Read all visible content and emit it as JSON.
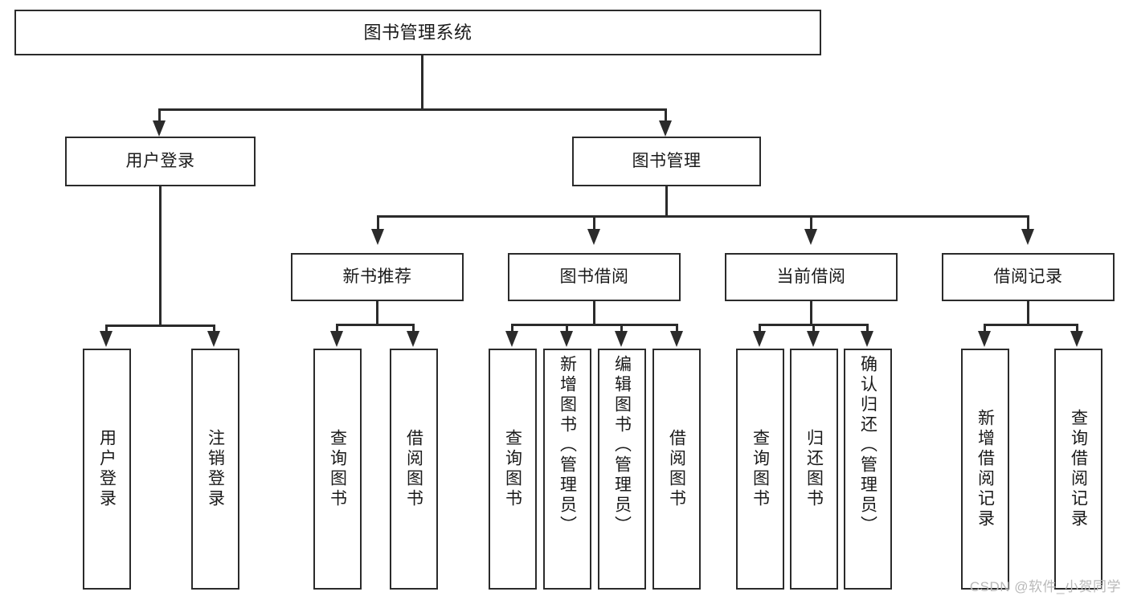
{
  "diagram": {
    "type": "tree-hierarchy",
    "title": "图书管理系统",
    "root": {
      "id": "root",
      "label": "图书管理系统"
    },
    "level2": [
      {
        "id": "user-login",
        "label": "用户登录"
      },
      {
        "id": "book-manage",
        "label": "图书管理"
      }
    ],
    "level3": [
      {
        "id": "new-book-recommend",
        "label": "新书推荐"
      },
      {
        "id": "book-borrow",
        "label": "图书借阅"
      },
      {
        "id": "current-borrow",
        "label": "当前借阅"
      },
      {
        "id": "borrow-record",
        "label": "借阅记录"
      }
    ],
    "leaves": {
      "user_login": [
        {
          "id": "leaf-user-login",
          "label": "用户登录"
        },
        {
          "id": "leaf-logout",
          "label": "注销登录"
        }
      ],
      "new_book_recommend": [
        {
          "id": "leaf-query-book-1",
          "label": "查询图书"
        },
        {
          "id": "leaf-borrow-book-1",
          "label": "借阅图书"
        }
      ],
      "book_borrow": [
        {
          "id": "leaf-query-book-2",
          "label": "查询图书"
        },
        {
          "id": "leaf-add-book",
          "label": "新增图书（管理员）"
        },
        {
          "id": "leaf-edit-book",
          "label": "编辑图书（管理员）"
        },
        {
          "id": "leaf-borrow-book-2",
          "label": "借阅图书"
        }
      ],
      "current_borrow": [
        {
          "id": "leaf-query-book-3",
          "label": "查询图书"
        },
        {
          "id": "leaf-return-book",
          "label": "归还图书"
        },
        {
          "id": "leaf-confirm-return",
          "label": "确认归还（管理员）"
        }
      ],
      "borrow_record": [
        {
          "id": "leaf-add-record",
          "label": "新增借阅记录"
        },
        {
          "id": "leaf-query-record",
          "label": "查询借阅记录"
        }
      ]
    }
  },
  "watermark": {
    "text": "CSDN @软件_小贺同学"
  },
  "colors": {
    "stroke": "#2b2b2b",
    "background": "#ffffff",
    "text": "#1a1a1a",
    "watermark": "#b9b9b9"
  }
}
